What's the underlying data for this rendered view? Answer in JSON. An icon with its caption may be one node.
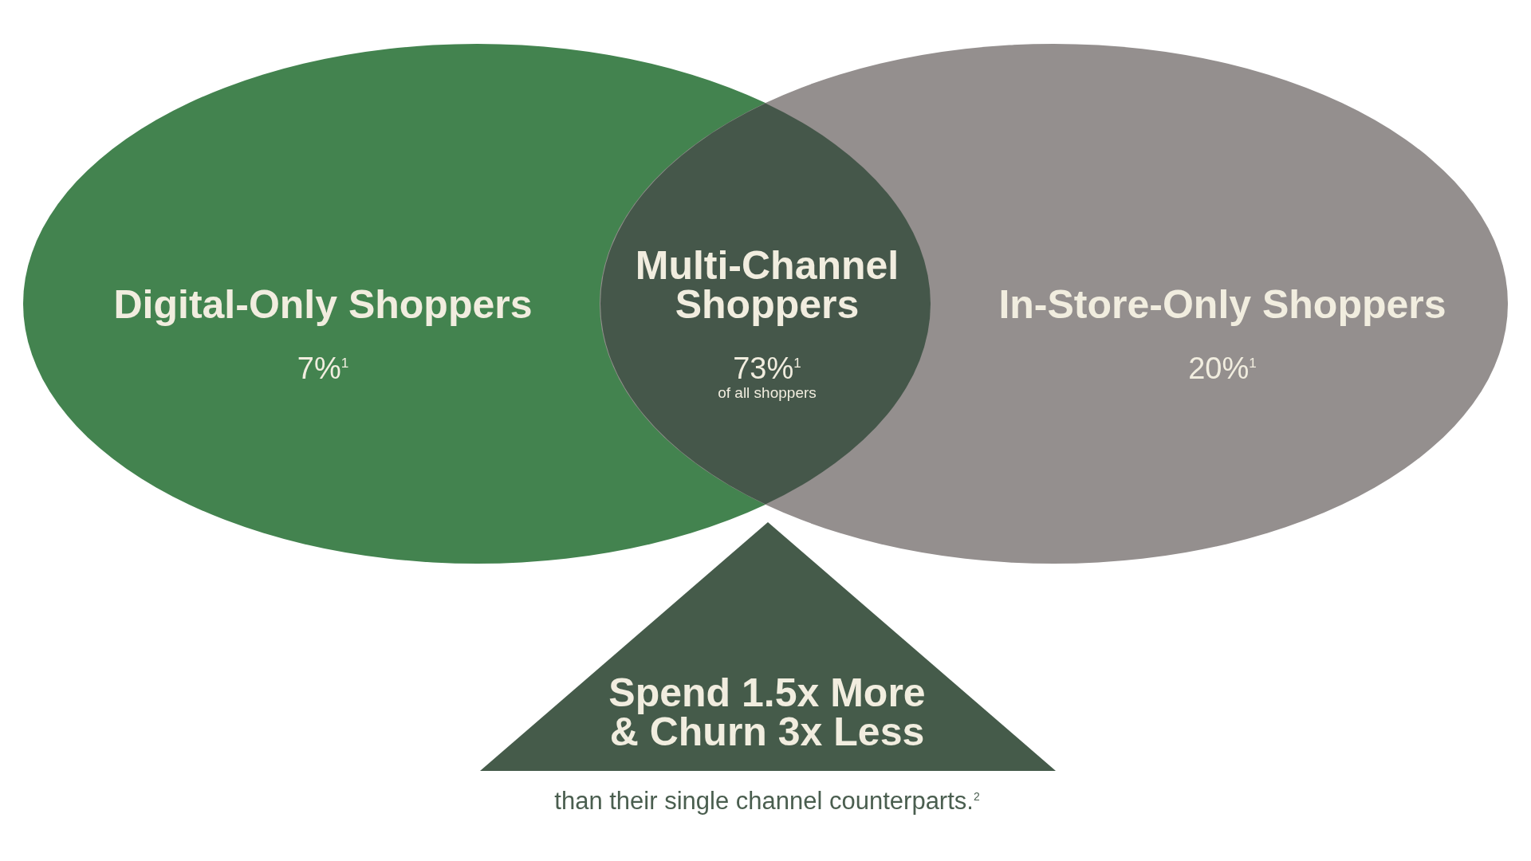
{
  "diagram": {
    "nodes": [
      {
        "text": [
          "Digital-Only Shoppers",
          "7%$^{1}$"
        ]
      },
      {
        "text": [
          "In-Store-Only Shoppers",
          "20%$^{1}$"
        ]
      },
      {
        "text": [
          "Multi-Channel Shoppers",
          "73%$^{1}$",
          "of all shoppers"
        ]
      },
      {
        "text": [
          "Spend 1.5x More & Churn 3x Less"
        ],
        "beside": [
          "than their single channel counterparts.$^{2}$"
        ]
      }
    ]
  }
}
